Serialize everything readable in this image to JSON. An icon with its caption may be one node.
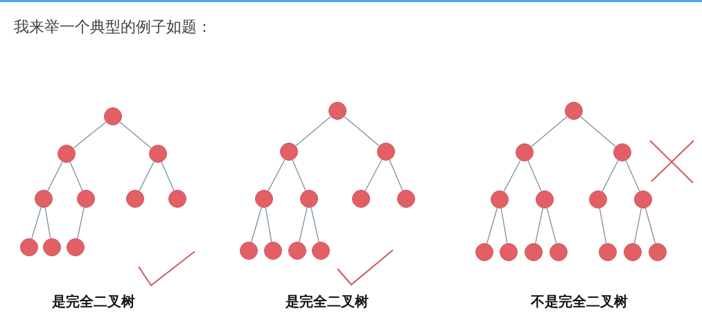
{
  "diagram": {
    "title": "我来举一个典型的例子如题：",
    "nodes": [
      {
        "text": [],
        "shape": "circle"
      },
      {
        "text": [],
        "shape": "circle"
      },
      {
        "text": [],
        "shape": "circle"
      },
      {
        "text": [],
        "shape": "circle"
      },
      {
        "text": [],
        "shape": "circle"
      },
      {
        "text": [],
        "shape": "circle"
      },
      {
        "text": [],
        "shape": "circle"
      },
      {
        "text": [],
        "shape": "circle"
      },
      {
        "text": [],
        "shape": "circle"
      },
      {
        "text": [],
        "shape": "circle"
      },
      {
        "text": [],
        "shape": "circle"
      },
      {
        "text": [],
        "shape": "circle"
      },
      {
        "text": [],
        "shape": "circle"
      },
      {
        "text": [],
        "shape": "circle"
      },
      {
        "text": [],
        "shape": "circle"
      },
      {
        "text": [],
        "shape": "circle"
      },
      {
        "text": [],
        "shape": "circle"
      },
      {
        "text": [],
        "shape": "circle"
      },
      {
        "text": [],
        "shape": "circle"
      },
      {
        "text": [],
        "shape": "circle"
      },
      {
        "text": [],
        "shape": "circle"
      },
      {
        "text": [],
        "shape": "circle"
      },
      {
        "text": [],
        "shape": "circle"
      },
      {
        "text": [],
        "shape": "circle"
      },
      {
        "text": [],
        "shape": "circle"
      },
      {
        "text": [],
        "shape": "circle"
      },
      {
        "text": [],
        "shape": "circle"
      },
      {
        "text": [],
        "shape": "circle"
      },
      {
        "text": [],
        "shape": "circle"
      },
      {
        "text": [],
        "shape": "circle"
      },
      {
        "text": [],
        "shape": "circle"
      },
      {
        "text": [],
        "shape": "circle"
      },
      {
        "text": [],
        "shape": "circle"
      },
      {
        "text": [],
        "shape": "circle"
      },
      {
        "text": [],
        "shape": "circle"
      }
    ],
    "edges": [
      {
        "from": 0,
        "to": 1,
        "arrow": "none"
      },
      {
        "from": 0,
        "to": 2,
        "arrow": "none"
      },
      {
        "from": 1,
        "to": 3,
        "arrow": "none"
      },
      {
        "from": 1,
        "to": 4,
        "arrow": "none"
      },
      {
        "from": 2,
        "to": 5,
        "arrow": "none"
      },
      {
        "from": 2,
        "to": 6,
        "arrow": "none"
      },
      {
        "from": 3,
        "to": 7,
        "arrow": "none"
      },
      {
        "from": 3,
        "to": 8,
        "arrow": "none"
      },
      {
        "from": 4,
        "to": 9,
        "arrow": "none"
      },
      {
        "from": 10,
        "to": 11,
        "arrow": "none"
      },
      {
        "from": 10,
        "to": 12,
        "arrow": "none"
      },
      {
        "from": 11,
        "to": 13,
        "arrow": "none"
      },
      {
        "from": 11,
        "to": 14,
        "arrow": "none"
      },
      {
        "from": 12,
        "to": 15,
        "arrow": "none"
      },
      {
        "from": 12,
        "to": 16,
        "arrow": "none"
      },
      {
        "from": 13,
        "to": 17,
        "arrow": "none"
      },
      {
        "from": 13,
        "to": 18,
        "arrow": "none"
      },
      {
        "from": 14,
        "to": 19,
        "arrow": "none"
      },
      {
        "from": 14,
        "to": 20,
        "arrow": "none"
      },
      {
        "from": 21,
        "to": 22,
        "arrow": "none"
      },
      {
        "from": 21,
        "to": 23,
        "arrow": "none"
      },
      {
        "from": 22,
        "to": 24,
        "arrow": "none"
      },
      {
        "from": 22,
        "to": 25,
        "arrow": "none"
      },
      {
        "from": 23,
        "to": 26,
        "arrow": "none"
      },
      {
        "from": 23,
        "to": 27,
        "arrow": "none"
      },
      {
        "from": 24,
        "to": 28,
        "arrow": "none"
      },
      {
        "from": 24,
        "to": 29,
        "arrow": "none"
      },
      {
        "from": 25,
        "to": 30,
        "arrow": "none"
      },
      {
        "from": 25,
        "to": 31,
        "arrow": "none"
      },
      {
        "from": 26,
        "to": 32,
        "arrow": "none"
      },
      {
        "from": 27,
        "to": 33,
        "arrow": "none"
      },
      {
        "from": 27,
        "to": 34,
        "arrow": "none"
      }
    ],
    "labels": [
      "是完全二叉树",
      "是完全二叉树",
      "不是完全二叉树"
    ]
  }
}
